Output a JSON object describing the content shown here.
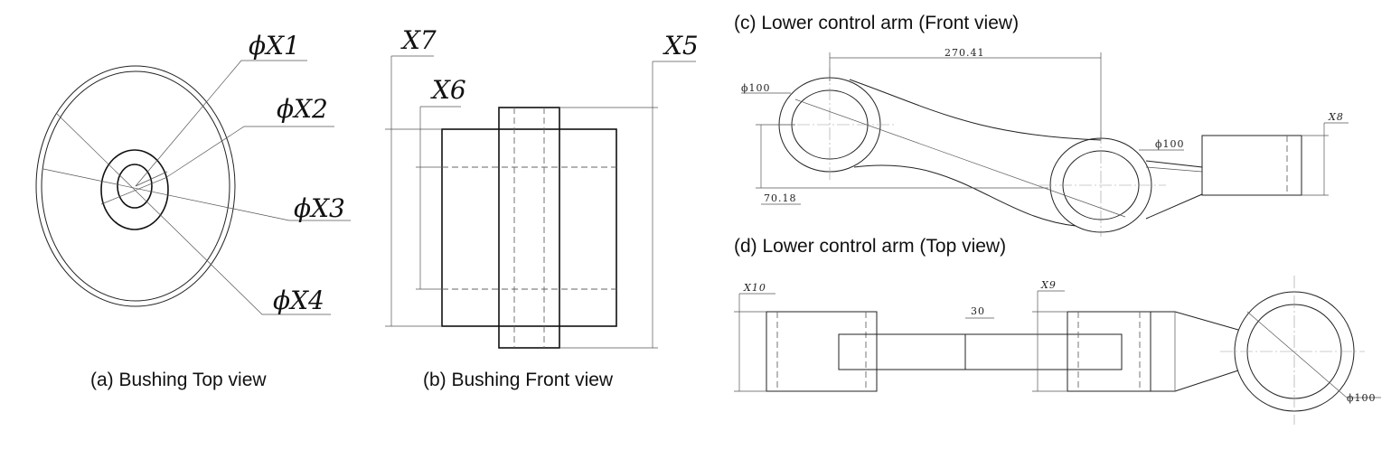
{
  "captions": {
    "a": "(a) Bushing Top view",
    "b": "(b) Bushing Front view",
    "c": "(c) Lower control arm (Front view)",
    "d": "(d) Lower control arm (Top view)"
  },
  "bushing_top": {
    "dims": [
      "ϕX1",
      "ϕX2",
      "ϕX3",
      "ϕX4"
    ]
  },
  "bushing_front": {
    "dims": [
      "X7",
      "X6",
      "X5"
    ]
  },
  "arm_front": {
    "length": "270.41",
    "dia_left": "ϕ100",
    "dia_mid": "ϕ100",
    "offset": "70.18",
    "x8": "X8"
  },
  "arm_top": {
    "x10": "X10",
    "x9": "X9",
    "width": "30",
    "dia_right": "ϕ100"
  }
}
